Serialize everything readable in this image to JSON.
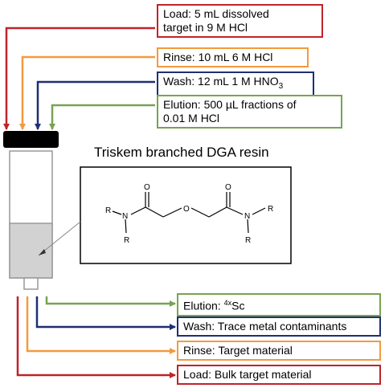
{
  "inputs": [
    {
      "lines": [
        "Load: 5 mL dissolved",
        "target in 9 M HCl"
      ]
    },
    {
      "lines": [
        "Rinse: 10 mL 6 M HCl"
      ]
    },
    {
      "prefix": "Wash: 12 mL 1 M HNO",
      "sub": "3"
    },
    {
      "lines": [
        "Elution: 500 µL fractions of",
        "0.01 M HCl"
      ]
    }
  ],
  "outputs": [
    {
      "prefix": "Elution: ",
      "sup": "4x",
      "suffix": "Sc"
    },
    {
      "text": "Wash: Trace metal contaminants"
    },
    {
      "text": "Rinse: Target material"
    },
    {
      "text": "Load: Bulk target material"
    }
  ],
  "resin": {
    "title": "Triskem branched DGA resin",
    "atoms": {
      "r": "R",
      "n": "N",
      "o": "O"
    }
  },
  "colors": {
    "load": "#c0232a",
    "rinse": "#f39a3d",
    "wash": "#1f2f73",
    "elution": "#78a352"
  }
}
